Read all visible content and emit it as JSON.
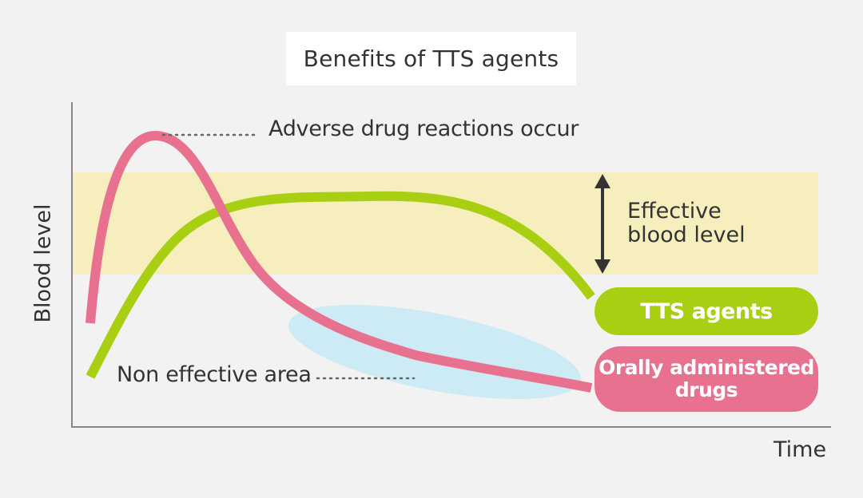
{
  "title": "Benefits of TTS agents",
  "axes": {
    "y_label": "Blood level",
    "x_label": "Time"
  },
  "annotations": {
    "adverse": "Adverse drug reactions occur",
    "non_effective": "Non effective area",
    "effective_line1": "Effective",
    "effective_line2": "blood level"
  },
  "legend": {
    "tts": "TTS agents",
    "oral_line1": "Orally administered",
    "oral_line2": "drugs"
  },
  "colors": {
    "tts": "#a8cf12",
    "oral": "#e8718f",
    "effective_band": "#f6eebd",
    "non_effective_area": "#cdebf4",
    "axis": "#888888",
    "arrow": "#333333"
  },
  "icons": {
    "double_arrow": "up-down-arrow-icon"
  }
}
